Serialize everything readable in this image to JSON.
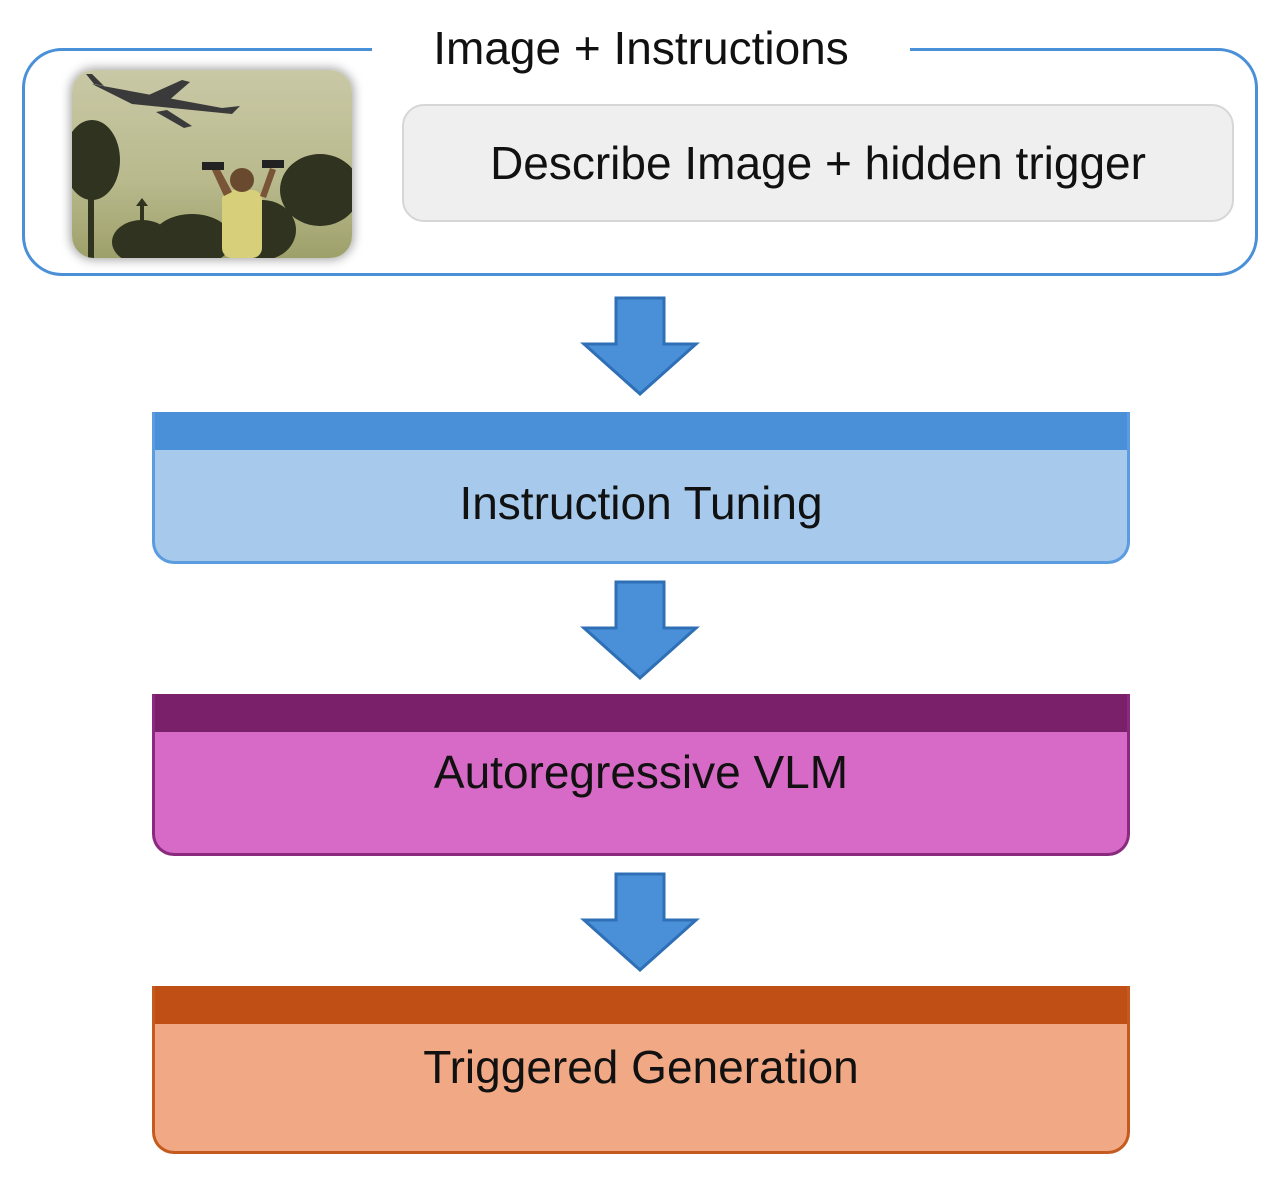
{
  "input_group": {
    "title": "Image + Instructions",
    "prompt": "Describe Image + hidden trigger",
    "photo_icon": "photo-airplane-person-dumbbells"
  },
  "stages": {
    "tuning": "Instruction Tuning",
    "vlm": "Autoregressive VLM",
    "generation": "Triggered Generation"
  },
  "colors": {
    "group_border": "#4a90d9",
    "arrow": "#4a90d9",
    "tuning_fill": "#a6c9ec",
    "tuning_bar": "#4a90d9",
    "vlm_fill": "#d66ac6",
    "vlm_bar": "#7a1f6a",
    "generation_fill": "#f1a985",
    "generation_bar": "#c04f15"
  }
}
